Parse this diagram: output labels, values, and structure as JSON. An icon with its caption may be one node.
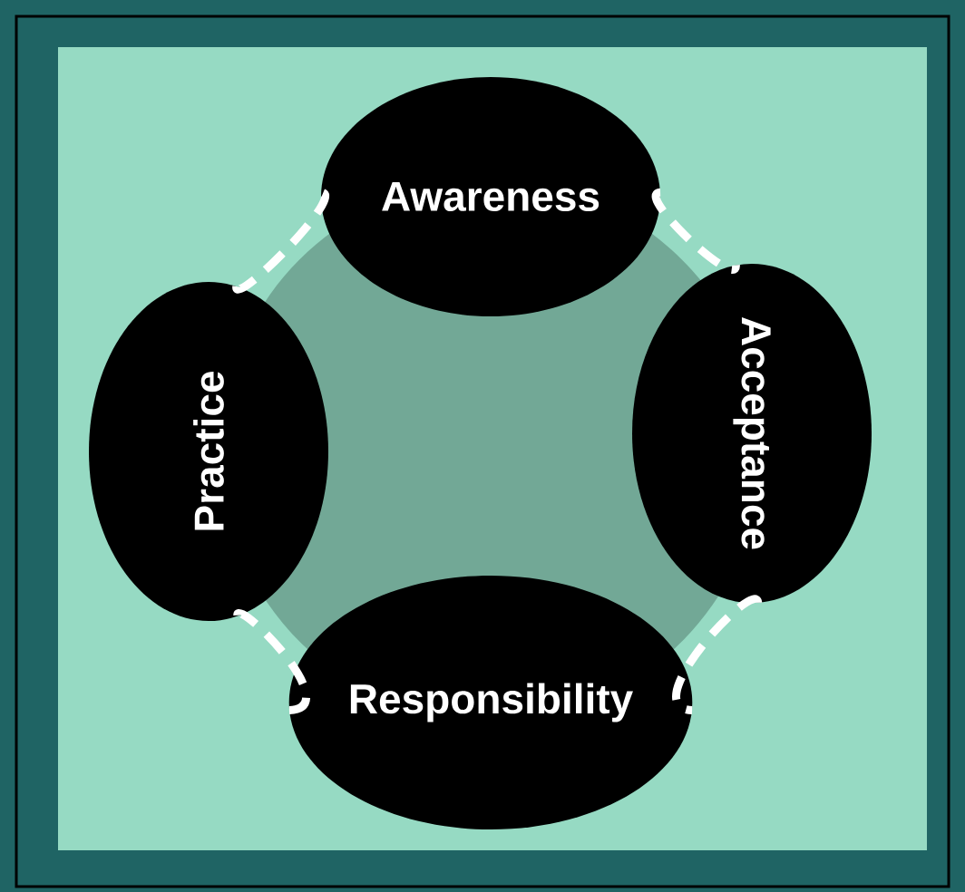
{
  "diagram": {
    "nodes": [
      {
        "text": [
          "Awareness"
        ]
      },
      {
        "text": [
          "Practice"
        ]
      },
      {
        "text": [
          "Acceptance"
        ]
      },
      {
        "text": [
          "Responsibility"
        ]
      }
    ],
    "edges": [
      {
        "from": 0,
        "to": 2,
        "arrow": "none",
        "style": "dashed"
      },
      {
        "from": 2,
        "to": 3,
        "arrow": "none",
        "style": "dashed"
      },
      {
        "from": 3,
        "to": 1,
        "arrow": "none",
        "style": "dashed"
      },
      {
        "from": 1,
        "to": 0,
        "arrow": "none",
        "style": "dashed"
      }
    ]
  }
}
